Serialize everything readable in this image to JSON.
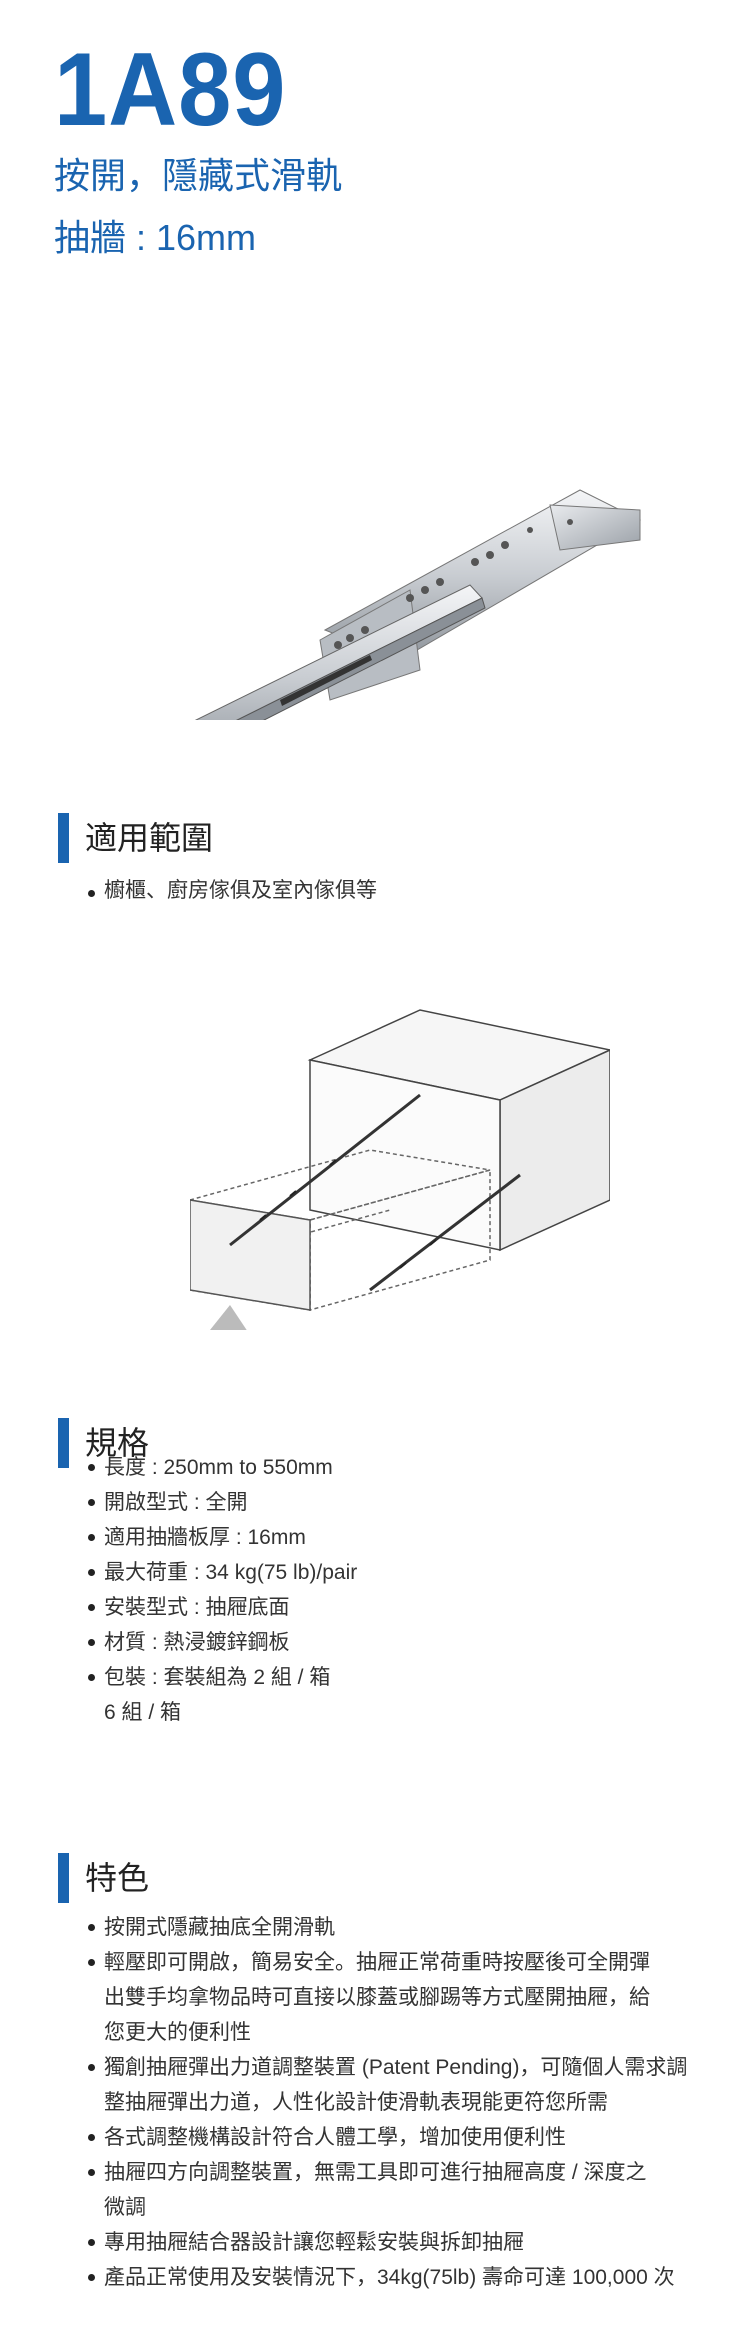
{
  "header": {
    "model": "1A89",
    "subtitle": "按開，隱藏式滑軌",
    "drawer_wall": "抽牆 : 16mm"
  },
  "applications": {
    "title": "適用範圍",
    "items": [
      "櫥櫃、廚房傢俱及室內傢俱等"
    ]
  },
  "specs": {
    "title": "規格",
    "items": [
      "長度 : 250mm to 550mm",
      "開啟型式 : 全開",
      "適用抽牆板厚 : 16mm",
      "最大荷重 : 34 kg(75 lb)/pair",
      "安裝型式 : 抽屜底面",
      "材質 : 熱浸鍍鋅鋼板",
      "包裝 : 套裝組為 2 組 / 箱"
    ],
    "pack_extra": "6 組 / 箱"
  },
  "features": {
    "title": "特色",
    "items": [
      [
        "按開式隱藏抽底全開滑軌"
      ],
      [
        "輕壓即可開啟，簡易安全。抽屜正常荷重時按壓後可全開彈",
        "出雙手均拿物品時可直接以膝蓋或腳踢等方式壓開抽屜，給",
        "您更大的便利性"
      ],
      [
        "獨創抽屜彈出力道調整裝置 (Patent Pending)，可隨個人需求調",
        "整抽屜彈出力道，人性化設計使滑軌表現能更符您所需"
      ],
      [
        "各式調整機構設計符合人體工學，增加使用便利性"
      ],
      [
        "抽屜四方向調整裝置，無需工具即可進行抽屜高度 / 深度之",
        "微調"
      ],
      [
        "專用抽屜結合器設計讓您輕鬆安裝與拆卸抽屜"
      ],
      [
        "產品正常使用及安裝情況下，34kg(75lb) 壽命可達 100,000 次"
      ]
    ]
  },
  "colors": {
    "accent": "#1a64b0"
  }
}
